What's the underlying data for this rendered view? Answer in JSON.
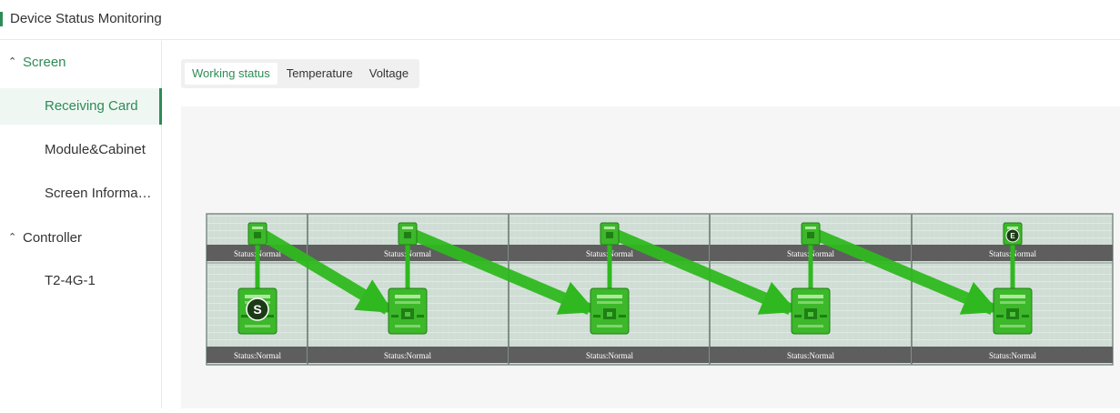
{
  "window": {
    "title": "Device Status Monitoring"
  },
  "sidebar": {
    "groups": [
      {
        "label": "Screen",
        "items": [
          {
            "label": "Receiving Card",
            "active": true
          },
          {
            "label": "Module&Cabinet",
            "active": false
          },
          {
            "label": "Screen Information",
            "active": false
          }
        ]
      },
      {
        "label": "Controller",
        "items": [
          {
            "label": "T2-4G-1",
            "active": false
          }
        ]
      }
    ]
  },
  "tabs": [
    {
      "label": "Working status",
      "active": true
    },
    {
      "label": "Temperature",
      "active": false
    },
    {
      "label": "Voltage",
      "active": false
    }
  ],
  "topology": {
    "status_text": "Status:Normal",
    "start_marker": "S",
    "end_marker": "E",
    "cabinet_count": 5,
    "colors": {
      "accent": "#2e8b57",
      "card_green": "#3cb82a",
      "arrow_green": "#2fb81f",
      "status_bar": "#5e5e5e"
    }
  }
}
